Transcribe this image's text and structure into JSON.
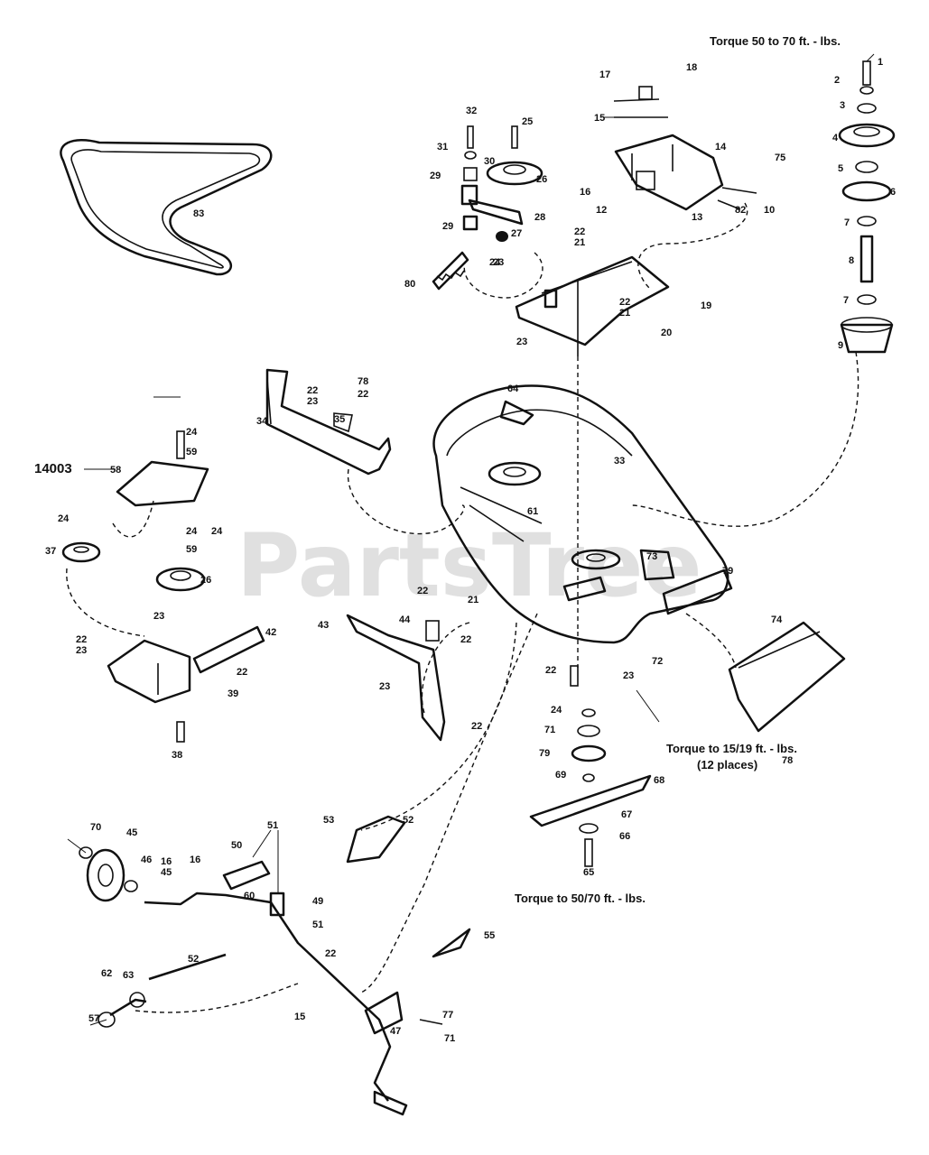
{
  "watermark": "PartsTree",
  "model_label": "14003",
  "notes": {
    "torque_pulley": "Torque 50 to 70 ft. - lbs.",
    "torque_spindle_line1": "Torque to 15/19 ft. - lbs.",
    "torque_spindle_line2": "(12 places)",
    "torque_blade": "Torque to 50/70 ft. - lbs."
  },
  "callouts": [
    "1",
    "2",
    "3",
    "4",
    "5",
    "6",
    "7",
    "8",
    "7",
    "9",
    "10",
    "12",
    "13",
    "14",
    "15",
    "16",
    "16",
    "17",
    "18",
    "19",
    "20",
    "21",
    "22",
    "21",
    "22",
    "23",
    "24",
    "25",
    "26",
    "27",
    "28",
    "29",
    "29",
    "30",
    "31",
    "32",
    "33",
    "34",
    "35",
    "22",
    "23",
    "22",
    "78",
    "24",
    "59",
    "24",
    "59",
    "26",
    "37",
    "24",
    "23",
    "22",
    "23",
    "22",
    "42",
    "38",
    "39",
    "43",
    "44",
    "22",
    "21",
    "22",
    "23",
    "22",
    "22",
    "23",
    "72",
    "73",
    "79",
    "78",
    "74",
    "24",
    "71",
    "79",
    "69",
    "68",
    "67",
    "66",
    "65",
    "64",
    "70",
    "45",
    "46",
    "45",
    "16",
    "50",
    "51",
    "60",
    "49",
    "51",
    "52",
    "53",
    "22",
    "55",
    "57",
    "62",
    "63",
    "52",
    "15",
    "47",
    "77",
    "71",
    "80",
    "75",
    "82",
    "83",
    "58",
    "61",
    "23",
    "24",
    "24"
  ]
}
